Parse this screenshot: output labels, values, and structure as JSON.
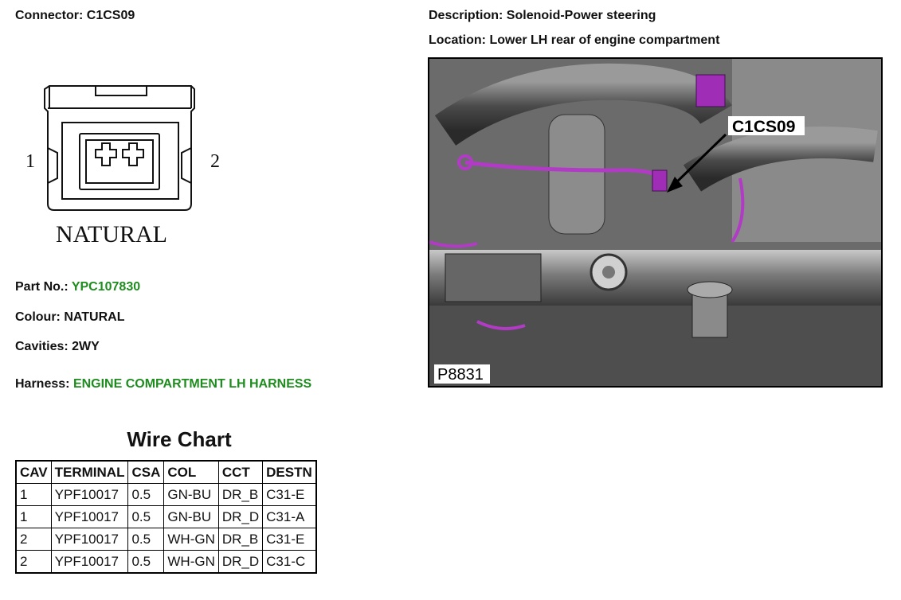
{
  "connector": {
    "label": "Connector:",
    "value": "C1CS09"
  },
  "description": {
    "label": "Description:",
    "value": "Solenoid-Power steering"
  },
  "location": {
    "label": "Location:",
    "value": "Lower LH rear of engine compartment"
  },
  "diagram": {
    "pin_left": "1",
    "pin_right": "2",
    "colour_text": "NATURAL"
  },
  "part_no": {
    "label": "Part No.:",
    "value": "YPC107830"
  },
  "colour": {
    "label": "Colour:",
    "value": "NATURAL"
  },
  "cavities": {
    "label": "Cavities:",
    "value": "2WY"
  },
  "harness": {
    "label": "Harness:",
    "value": "ENGINE COMPARTMENT LH HARNESS"
  },
  "photo": {
    "callout": "C1CS09",
    "ref": "P8831"
  },
  "wire_chart": {
    "title": "Wire Chart",
    "headers": [
      "CAV",
      "TERMINAL",
      "CSA",
      "COL",
      "CCT",
      "DESTN"
    ],
    "rows": [
      [
        "1",
        "YPF10017",
        "0.5",
        "GN-BU",
        "DR_B",
        "C31-E"
      ],
      [
        "1",
        "YPF10017",
        "0.5",
        "GN-BU",
        "DR_D",
        "C31-A"
      ],
      [
        "2",
        "YPF10017",
        "0.5",
        "WH-GN",
        "DR_B",
        "C31-E"
      ],
      [
        "2",
        "YPF10017",
        "0.5",
        "WH-GN",
        "DR_D",
        "C31-C"
      ]
    ]
  }
}
